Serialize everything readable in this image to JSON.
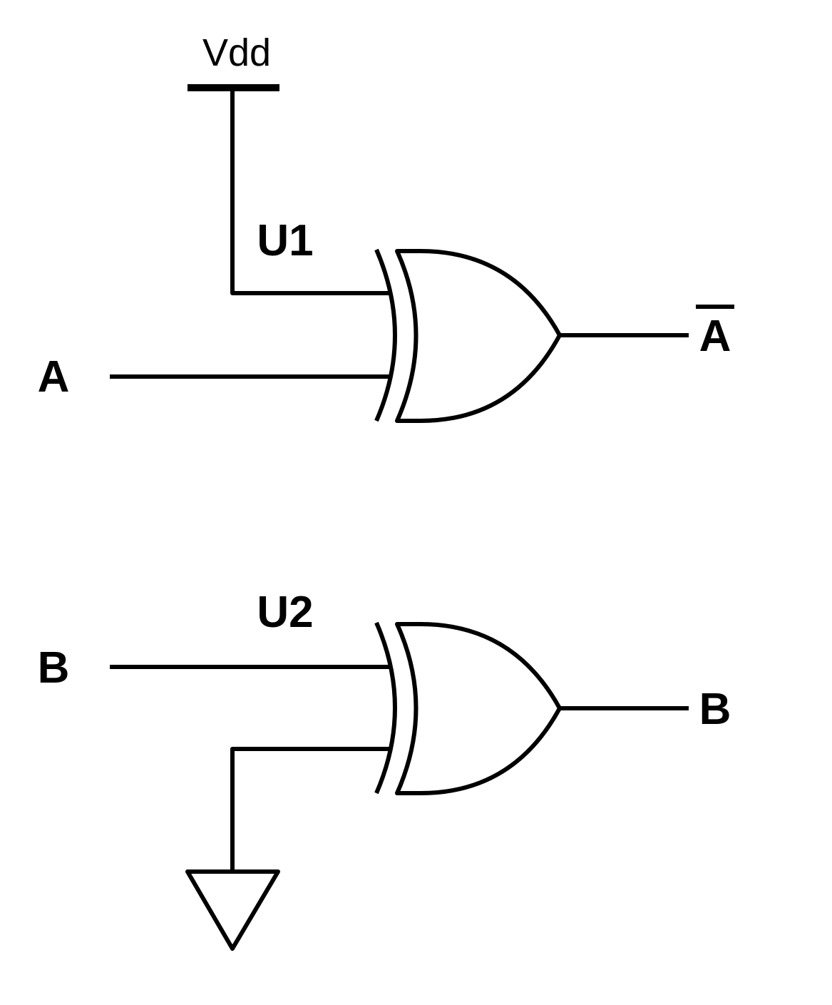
{
  "labels": {
    "vdd": "Vdd",
    "u1": "U1",
    "u2": "U2",
    "input_a": "A",
    "output_a": "A",
    "input_b": "B",
    "output_b": "B"
  },
  "colors": {
    "stroke": "#000000",
    "background": "#ffffff"
  },
  "symbols": {
    "u1": "xor-gate",
    "u2": "xor-gate",
    "supply": "vdd-rail",
    "ground": "ground-triangle"
  },
  "overbar": {
    "output_a": true
  }
}
